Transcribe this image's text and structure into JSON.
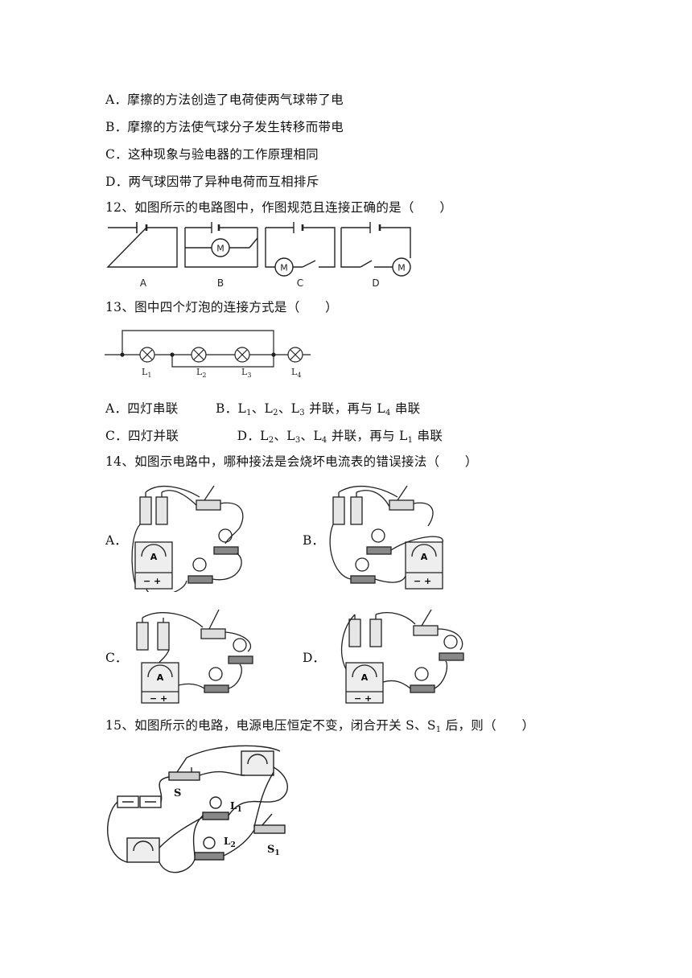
{
  "q11": {
    "options": [
      "A．摩擦的方法创造了电荷使两气球带了电",
      "B．摩擦的方法使气球分子发生转移而带电",
      "C．这种现象与验电器的工作原理相同",
      "D．两气球因带了异种电荷而互相排斥"
    ]
  },
  "q12": {
    "stem": "12、如图所示的电路图中，作图规范且连接正确的是（　　）",
    "figure_labels": [
      "A",
      "B",
      "C",
      "D"
    ],
    "motor_symbol": "M"
  },
  "q13": {
    "stem": "13、图中四个灯泡的连接方式是（　　）",
    "bulb_labels": [
      "L1",
      "L2",
      "L3",
      "L4"
    ],
    "option_a": "A．四灯串联",
    "option_b_prefix": "B．L",
    "option_b_text": "L1、L2、L3并联，再与L4串联",
    "option_c": "C．四灯并联",
    "option_d_text": "D．L2、L3、L4并联，再与L1串联"
  },
  "q14": {
    "stem": "14、如图示电路中，哪种接法是会烧坏电流表的错误接法（　　）",
    "option_labels": [
      "A．",
      "B．",
      "C．",
      "D．"
    ],
    "ammeter_symbol": "A"
  },
  "q15": {
    "stem": "15、如图所示的电路，电源电压恒定不变，闭合开关 S、S1后，则（　　）",
    "labels": {
      "s": "S",
      "s1": "S1",
      "l1": "L1",
      "l2": "L2"
    }
  }
}
